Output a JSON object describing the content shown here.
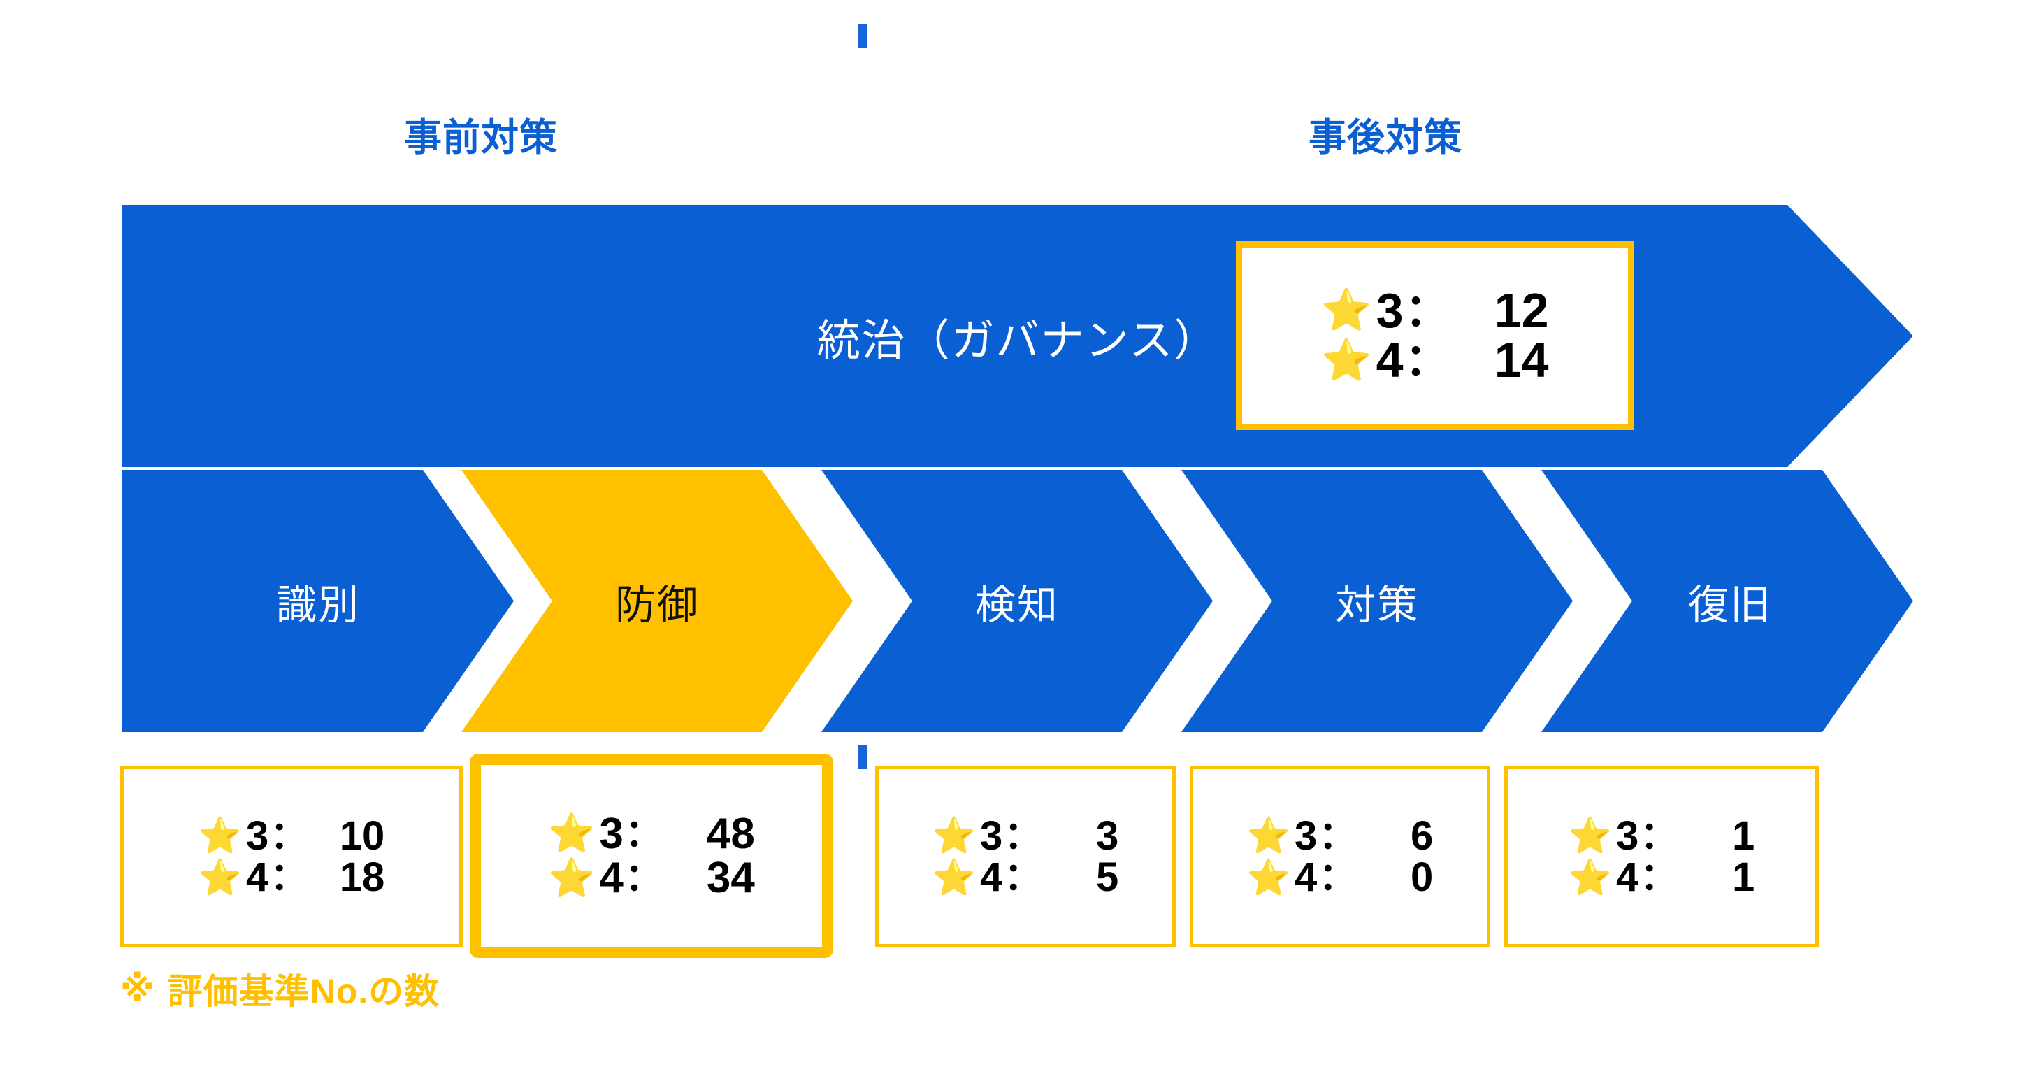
{
  "colors": {
    "blue": "#0A5FD3",
    "gold": "#FFC000",
    "white": "#FFFFFF",
    "black": "#101010",
    "dash": "#1565D8"
  },
  "phases": {
    "pre_label": "事前対策",
    "post_label": "事後対策"
  },
  "governance": {
    "title": "統治（ガバナンス）",
    "stats": {
      "star_icon": "star-icon",
      "rows": [
        {
          "key": "3",
          "sep": "：",
          "value": "12"
        },
        {
          "key": "4",
          "sep": "：",
          "value": "14"
        }
      ]
    }
  },
  "functions": [
    {
      "label": "識別",
      "accent": "blue",
      "emphasis": false,
      "stats": {
        "rows": [
          {
            "key": "3",
            "sep": "：",
            "value": "10"
          },
          {
            "key": "4",
            "sep": "：",
            "value": "18"
          }
        ]
      }
    },
    {
      "label": "防御",
      "accent": "gold",
      "emphasis": true,
      "stats": {
        "rows": [
          {
            "key": "3",
            "sep": "：",
            "value": "48"
          },
          {
            "key": "4",
            "sep": "：",
            "value": "34"
          }
        ]
      }
    },
    {
      "label": "検知",
      "accent": "blue",
      "emphasis": false,
      "stats": {
        "rows": [
          {
            "key": "3",
            "sep": "：",
            "value": "3"
          },
          {
            "key": "4",
            "sep": "：",
            "value": "5"
          }
        ]
      }
    },
    {
      "label": "対策",
      "accent": "blue",
      "emphasis": false,
      "stats": {
        "rows": [
          {
            "key": "3",
            "sep": "：",
            "value": "6"
          },
          {
            "key": "4",
            "sep": "：",
            "value": "0"
          }
        ]
      }
    },
    {
      "label": "復旧",
      "accent": "blue",
      "emphasis": false,
      "stats": {
        "rows": [
          {
            "key": "3",
            "sep": "：",
            "value": "1"
          },
          {
            "key": "4",
            "sep": "：",
            "value": "1"
          }
        ]
      }
    }
  ],
  "footnote": {
    "marker": "※",
    "text": "評価基準No.の数"
  },
  "star_glyph": "⭐"
}
